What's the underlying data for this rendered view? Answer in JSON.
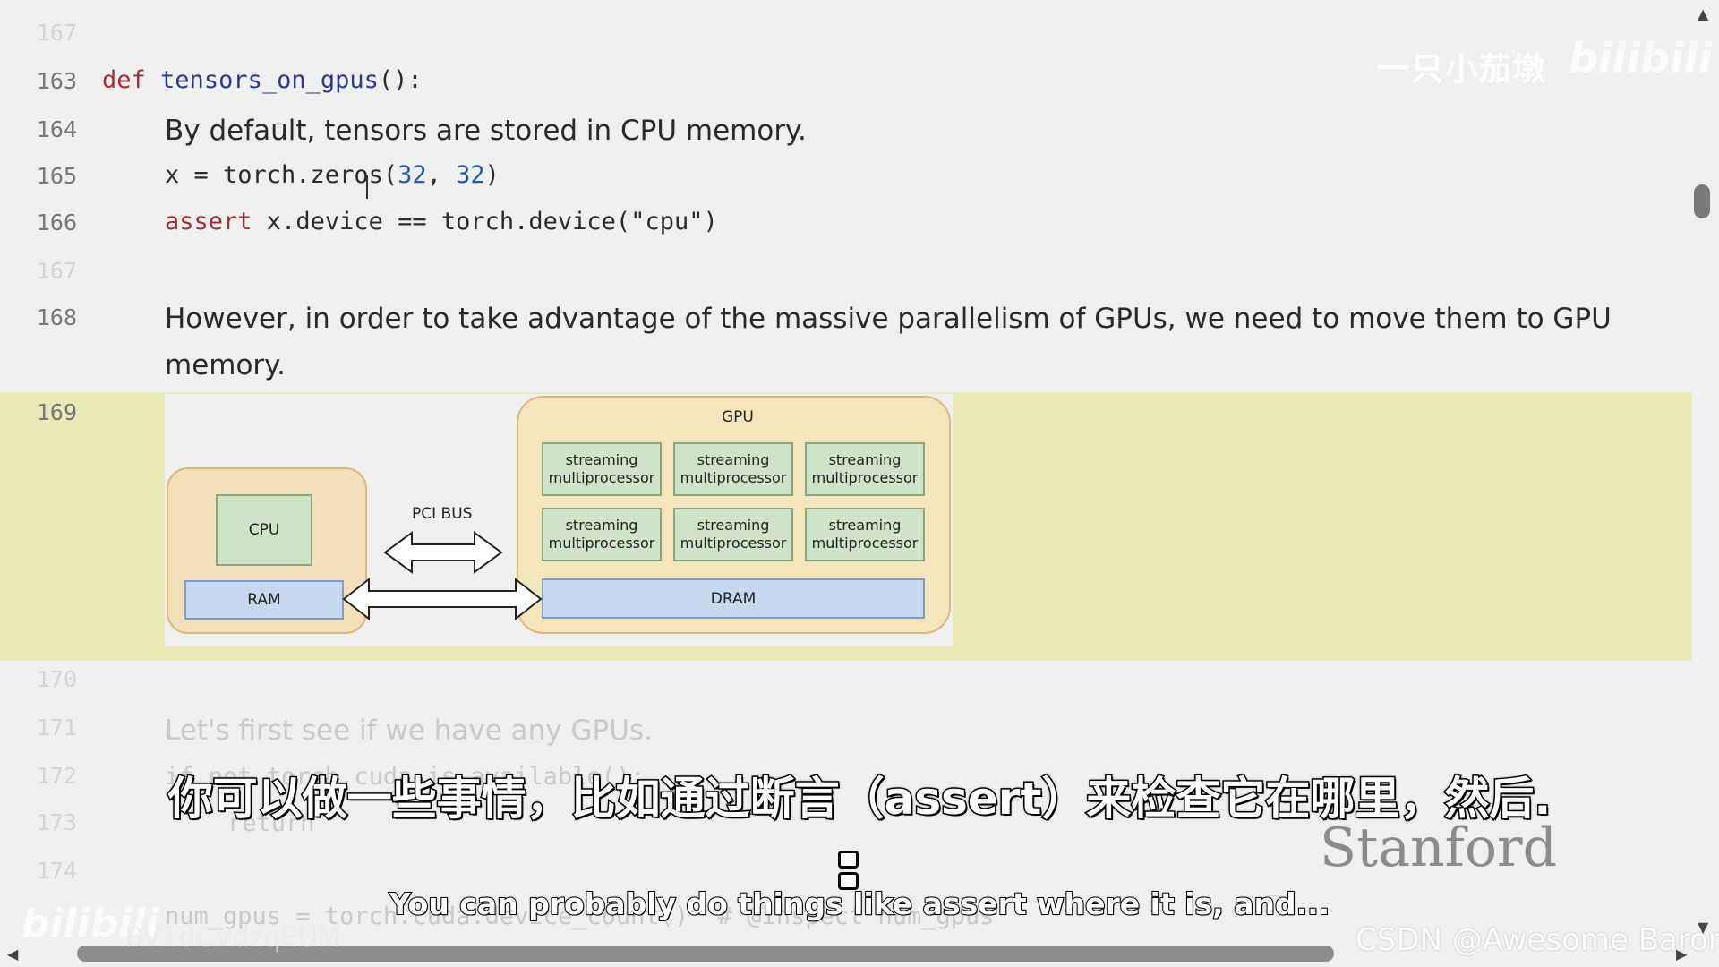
{
  "editor": {
    "lines": [
      {
        "num": "167",
        "dim": true
      },
      {
        "num": "163"
      },
      {
        "num": "164"
      },
      {
        "num": "165"
      },
      {
        "num": "166"
      },
      {
        "num": "167",
        "dim": true
      },
      {
        "num": "168"
      },
      {
        "num": "169"
      },
      {
        "num": "170",
        "dim": true
      },
      {
        "num": "171",
        "dim": true
      },
      {
        "num": "172",
        "dim": true
      },
      {
        "num": "173",
        "dim": true
      },
      {
        "num": "174",
        "dim": true
      }
    ],
    "def_keyword": "def",
    "def_name": "tensors_on_gpus",
    "def_tail": "():",
    "line164_text": "By default, tensors are stored in CPU memory.",
    "line165_pre": "x = torch.zeros(",
    "line165_arg1": "32",
    "line165_sep": ", ",
    "line165_arg2": "32",
    "line165_post": ")",
    "line166_kw": "assert",
    "line166_rest": " x.device == torch.device(\"cpu\")",
    "line168_text1": "However, in order to take advantage of the massive parallelism of GPUs, we need to move them to GPU",
    "line168_text2": "memory.",
    "line171_text": "Let's first see if we have any GPUs.",
    "line172_text": "if not torch.cuda.is_available():",
    "line173_text": "return",
    "line175_text": "num_gpus = torch.cuda.device_count()  # @inspect num_gpus"
  },
  "diagram": {
    "gpu_label": "GPU",
    "sm_line1": "streaming",
    "sm_line2": "multiprocessor",
    "cpu_label": "CPU",
    "ram_label": "RAM",
    "pci_label": "PCI BUS",
    "dram_label": "DRAM"
  },
  "overlay": {
    "watermark_channel": "一只小茄墩",
    "watermark_bili": "bilibili",
    "stanford": "Stanford",
    "subtitle_cn": "你可以做一些事情，比如通过断言（assert）来检查它在哪里，然后.",
    "subtitle_en": "You can probably do things like assert where it is, and...",
    "bili_bottom": "bilibili",
    "bv_id": "BV1dCVdzqEUM",
    "csdn": "CSDN @Awesome Baron"
  }
}
